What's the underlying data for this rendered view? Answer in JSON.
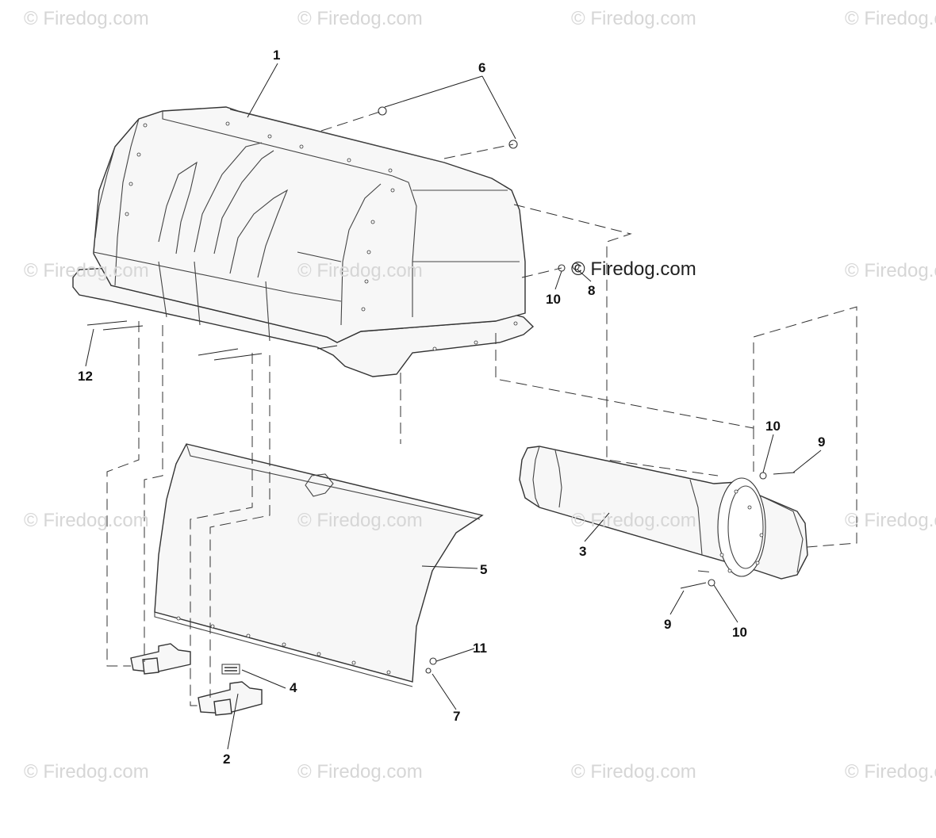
{
  "watermark": "© Firedog.com",
  "stamp": "© Firedog.com",
  "callouts": [
    "1",
    "6",
    "10",
    "8",
    "12",
    "10",
    "9",
    "3",
    "5",
    "9",
    "10",
    "11",
    "4",
    "7",
    "2"
  ],
  "colors": {
    "line": "#333333",
    "watermark": "#d6d6d6",
    "fill": "#f7f7f7"
  }
}
